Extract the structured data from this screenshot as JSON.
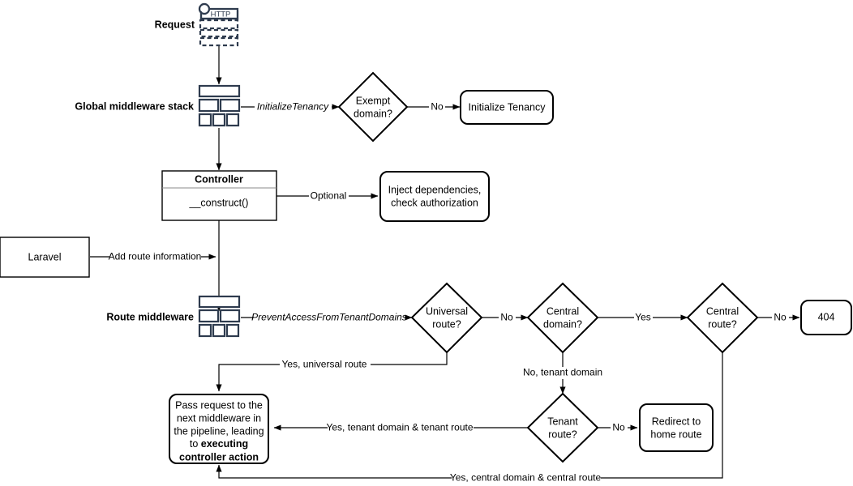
{
  "diagram": {
    "title": "Laravel multi-tenancy request lifecycle flowchart",
    "colors": {
      "icon": "#2E3B4E",
      "stroke": "#000000",
      "background": "#ffffff"
    },
    "labels": {
      "request": "Request",
      "global_middleware_stack": "Global middleware stack",
      "route_middleware": "Route middleware",
      "http_icon_text": "HTTP"
    },
    "nodes": {
      "exempt_domain": "Exempt\ndomain?",
      "exempt_domain_line1": "Exempt",
      "exempt_domain_line2": "domain?",
      "initialize_tenancy": "Initialize Tenancy",
      "controller_title": "Controller",
      "controller_method": "__construct()",
      "inject_dependencies_line1": "Inject dependencies,",
      "inject_dependencies_line2": "check authorization",
      "laravel": "Laravel",
      "universal_route_line1": "Universal",
      "universal_route_line2": "route?",
      "central_domain_line1": "Central",
      "central_domain_line2": "domain?",
      "central_route_line1": "Central",
      "central_route_line2": "route?",
      "not_found": "404",
      "tenant_route_line1": "Tenant",
      "tenant_route_line2": "route?",
      "redirect_home_line1": "Redirect to",
      "redirect_home_line2": "home route",
      "pass_request_line1": "Pass request to the",
      "pass_request_line2": "next middleware in",
      "pass_request_line3": "the pipeline, leading",
      "pass_request_line4": "to ",
      "pass_request_bold1": "executing",
      "pass_request_bold2": "controller action"
    },
    "edges": {
      "initialize_tenancy_mw": "InitializeTenancy",
      "exempt_no": "No",
      "optional": "Optional",
      "add_route_information": "Add route information",
      "prevent_access": "PreventAccessFromTenantDomains",
      "universal_no": "No",
      "central_domain_yes": "Yes",
      "central_route_no": "No",
      "no_tenant_domain": "No, tenant domain",
      "tenant_route_no": "No",
      "yes_universal_route": "Yes, universal route",
      "yes_tenant_domain_tenant_route": "Yes, tenant domain & tenant route",
      "yes_central_domain_central_route": "Yes, central domain & central route"
    }
  }
}
